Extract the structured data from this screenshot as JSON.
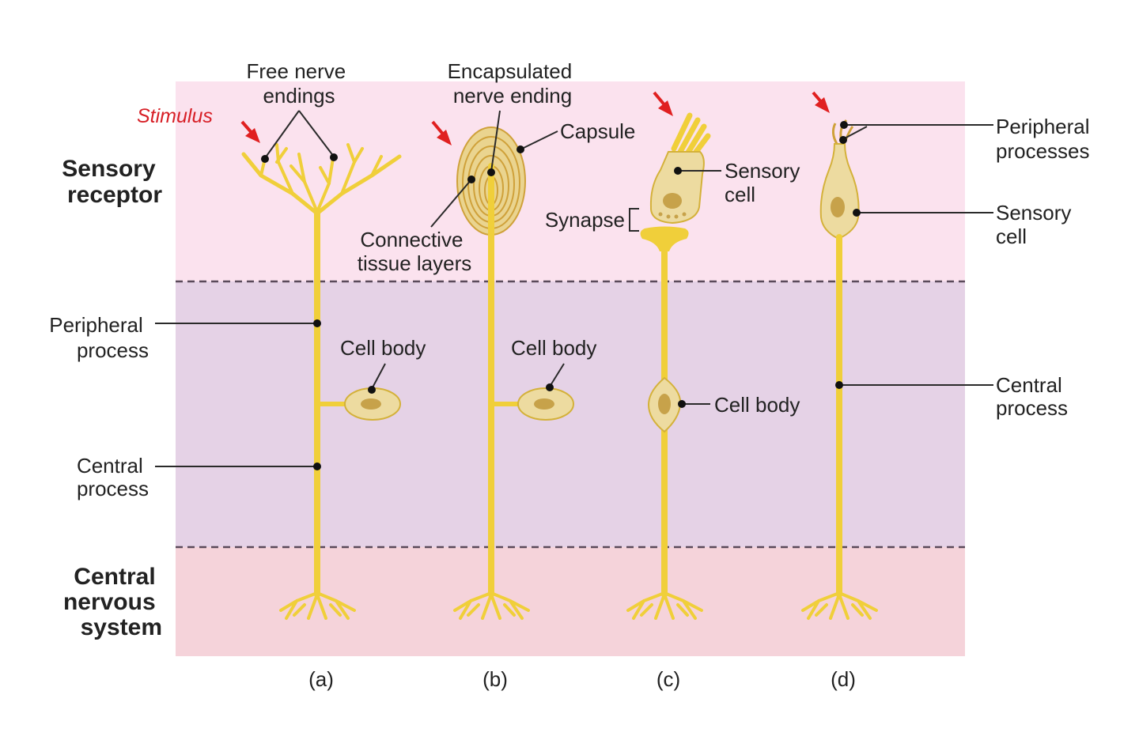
{
  "colors": {
    "sensory_zone": "#fbe2ee",
    "peripheral_zone": "#e5d2e6",
    "cns_zone": "#f5d3da",
    "neuron": "#f0cf3a",
    "cell_fill": "#eddba0",
    "nucleus": "#c7a24a",
    "stimulus_arrow": "#e02020"
  },
  "regions": {
    "sensory_receptor": [
      "Sensory",
      "receptor"
    ],
    "cns": [
      "Central",
      "nervous",
      "system"
    ]
  },
  "stimulus": "Stimulus",
  "panel_a": {
    "free_endings": [
      "Free nerve",
      "endings"
    ],
    "peripheral_process": [
      "Peripheral",
      "process"
    ],
    "central_process": [
      "Central",
      "process"
    ],
    "cell_body": "Cell body",
    "letter": "(a)"
  },
  "panel_b": {
    "encapsulated": [
      "Encapsulated",
      "nerve ending"
    ],
    "capsule": "Capsule",
    "connective": [
      "Connective",
      "tissue layers"
    ],
    "cell_body": "Cell body",
    "letter": "(b)"
  },
  "panel_c": {
    "sensory_cell": [
      "Sensory",
      "cell"
    ],
    "synapse": "Synapse",
    "cell_body": "Cell body",
    "letter": "(c)"
  },
  "panel_d": {
    "peripheral_processes": [
      "Peripheral",
      "processes"
    ],
    "sensory_cell": [
      "Sensory",
      "cell"
    ],
    "central_process": [
      "Central",
      "process"
    ],
    "letter": "(d)"
  }
}
